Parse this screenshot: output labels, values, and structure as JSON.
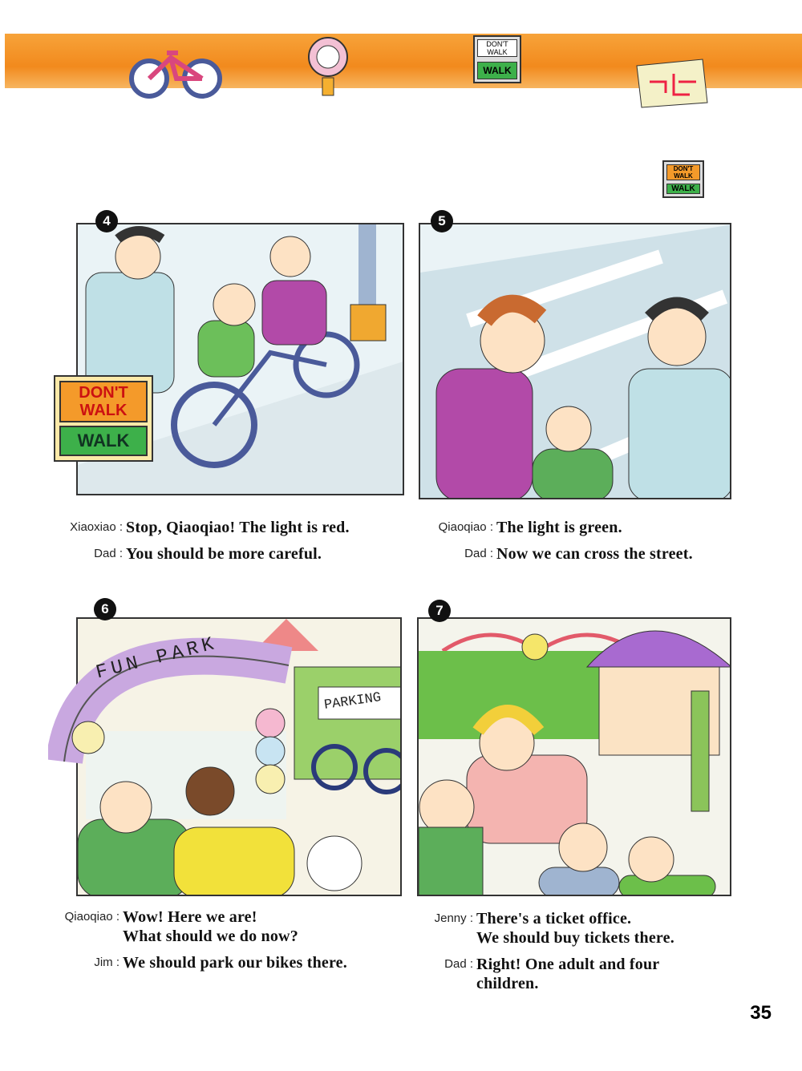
{
  "header": {
    "icons": [
      "bicycle-icon",
      "turn-sign-icon",
      "pedestrian-signal-icon",
      "map-icon"
    ],
    "signal": {
      "stop": "DON'T WALK",
      "go": "WALK"
    }
  },
  "panels": [
    {
      "number": "4",
      "sign": {
        "stop": "DON'T WALK",
        "go": "WALK"
      },
      "lines": [
        {
          "speaker": "Xiaoxiao :",
          "text": "Stop, Qiaoqiao! The light is red."
        },
        {
          "speaker": "Dad :",
          "text": "You should be more careful."
        }
      ]
    },
    {
      "number": "5",
      "sign": {
        "stop": "DON'T WALK",
        "go": "WALK"
      },
      "lines": [
        {
          "speaker": "Qiaoqiao :",
          "text": "The light is green."
        },
        {
          "speaker": "Dad :",
          "text": "Now we can cross the street."
        }
      ]
    },
    {
      "number": "6",
      "arch": "FUN PARK",
      "parking": "PARKING",
      "lines": [
        {
          "speaker": "Qiaoqiao :",
          "text": "Wow! Here we are!\nWhat should we do now?"
        },
        {
          "speaker": "Jim :",
          "text": "We should park our bikes there."
        }
      ]
    },
    {
      "number": "7",
      "lines": [
        {
          "speaker": "Jenny :",
          "text": "There's a ticket office.\nWe should buy tickets there."
        },
        {
          "speaker": "Dad :",
          "text": "Right! One adult and four\nchildren."
        }
      ]
    }
  ],
  "page_number": "35"
}
